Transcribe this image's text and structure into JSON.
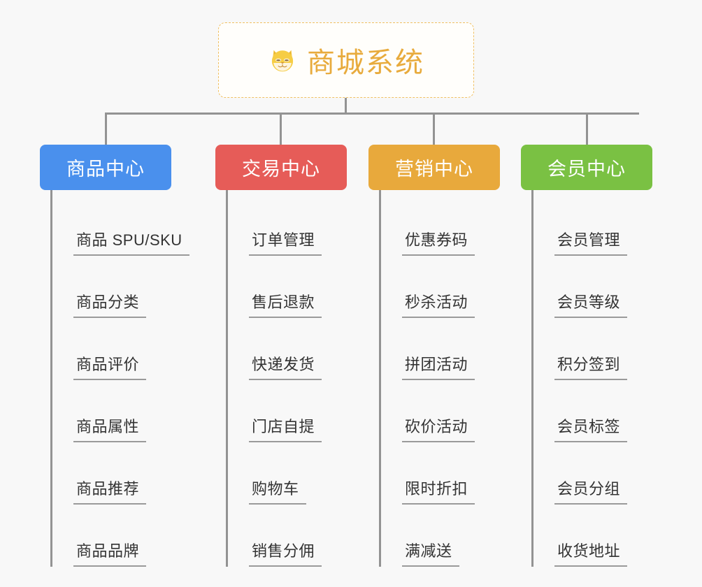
{
  "background_color": "#f8f8f8",
  "root": {
    "title": "商城系统",
    "icon": "shiba-dog-emoji",
    "text_color": "#e8ab3d",
    "border_color": "#f0c063"
  },
  "connector_color": "#939393",
  "branches": [
    {
      "label": "商品中心",
      "color": "#4a90ed",
      "items": [
        "商品 SPU/SKU",
        "商品分类",
        "商品评价",
        "商品属性",
        "商品推荐",
        "商品品牌"
      ]
    },
    {
      "label": "交易中心",
      "color": "#e65c58",
      "items": [
        "订单管理",
        "售后退款",
        "快递发货",
        "门店自提",
        "购物车",
        "销售分佣"
      ]
    },
    {
      "label": "营销中心",
      "color": "#e8a93c",
      "items": [
        "优惠券码",
        "秒杀活动",
        "拼团活动",
        "砍价活动",
        "限时折扣",
        "满减送"
      ]
    },
    {
      "label": "会员中心",
      "color": "#7ac143",
      "items": [
        "会员管理",
        "会员等级",
        "积分签到",
        "会员标签",
        "会员分组",
        "收货地址"
      ]
    }
  ]
}
